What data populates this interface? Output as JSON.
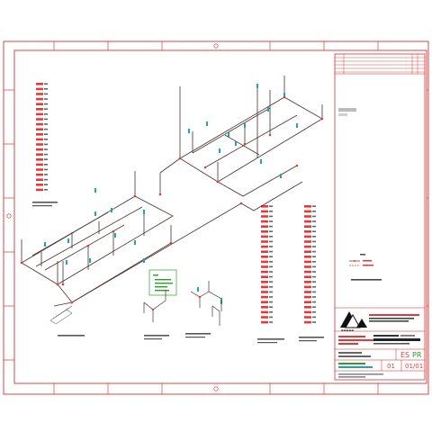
{
  "drawing": {
    "type": "isometric plumbing piping diagram",
    "colors": {
      "frame_red": "#d11a1a",
      "pipe_dark": "#4a3030",
      "fixture_cyan": "#1fa6a6",
      "note_green": "#2aa12a",
      "logo_black": "#111111",
      "label_red": "#e23a3a"
    }
  },
  "title_block": {
    "sheet_code_left": "ES",
    "sheet_code_right": "PR",
    "sheet_number": "01",
    "sheet_count": "01/01"
  }
}
